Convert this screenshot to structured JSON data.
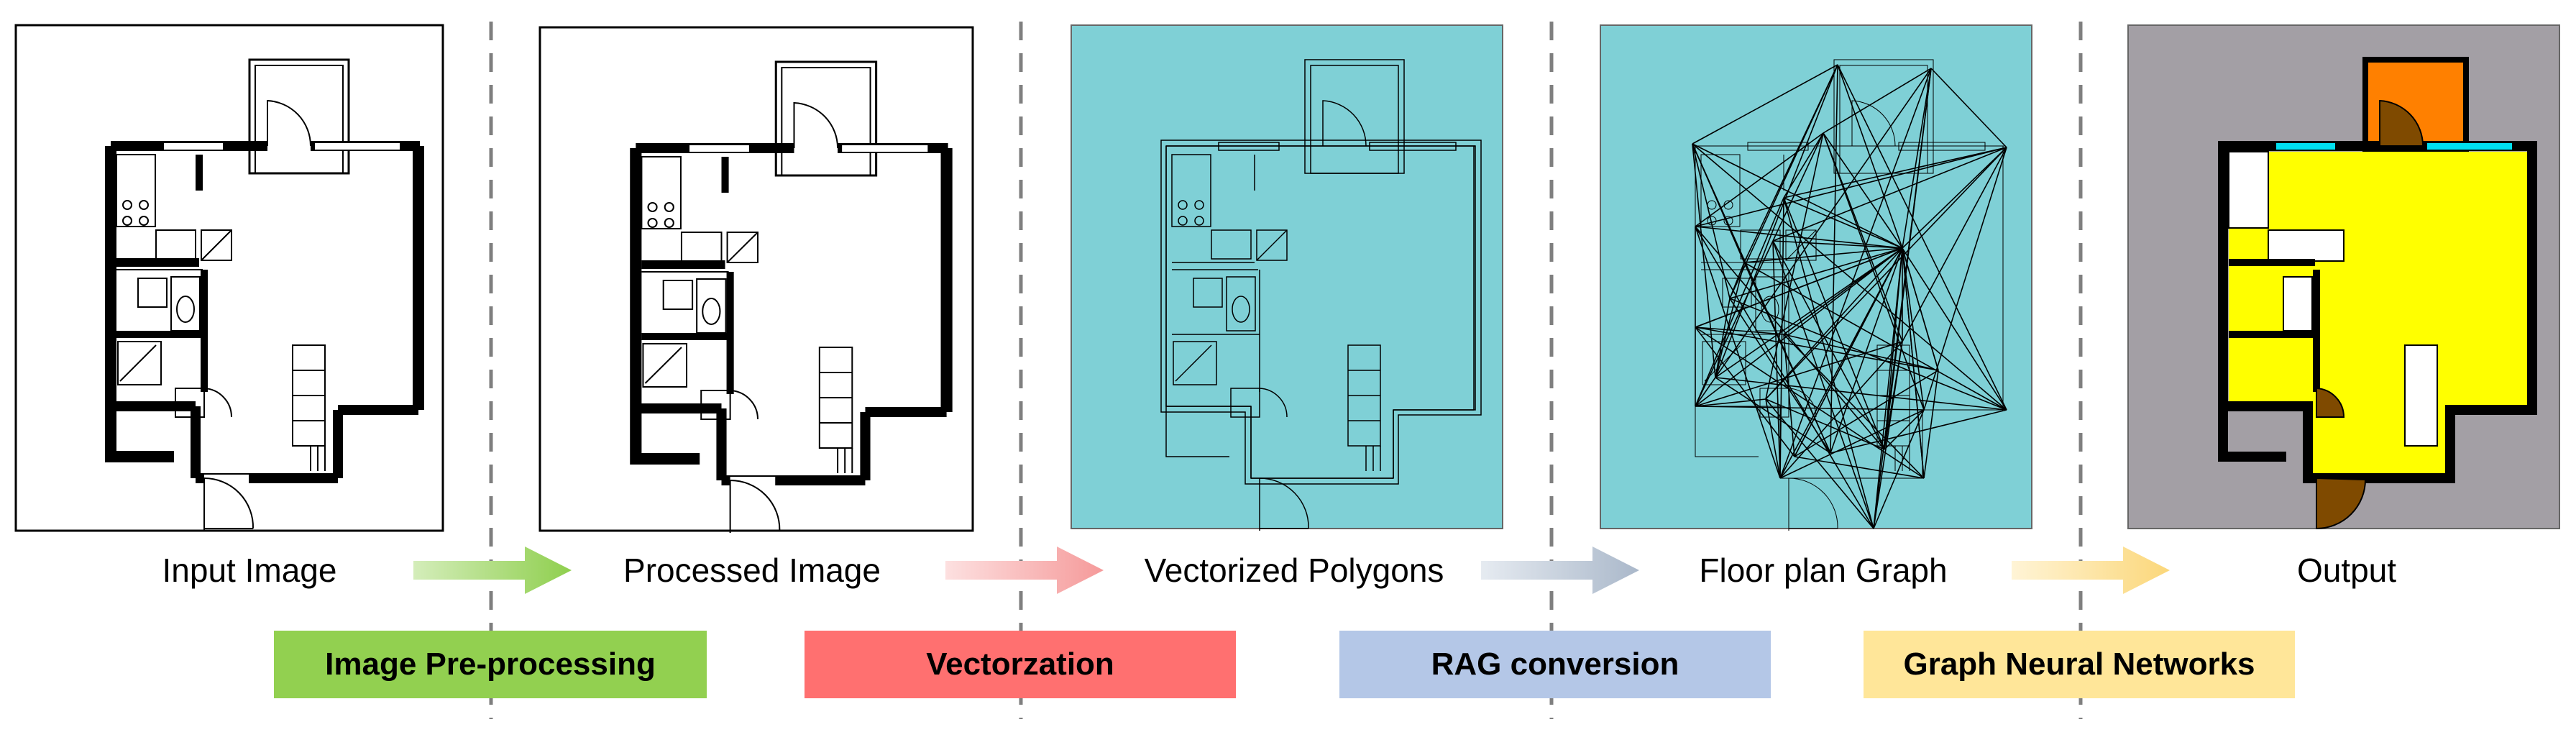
{
  "panels": [
    {
      "label": "Input Image"
    },
    {
      "label": "Processed Image"
    },
    {
      "label": "Vectorized Polygons"
    },
    {
      "label": "Floor plan Graph"
    },
    {
      "label": "Output"
    }
  ],
  "stages": [
    {
      "label": "Image Pre-processing",
      "color": "#92d050"
    },
    {
      "label": "Vectorzation",
      "color": "#ff7070"
    },
    {
      "label": "RAG conversion",
      "color": "#b4c7e7"
    },
    {
      "label": "Graph Neural Networks",
      "color": "#ffe699"
    }
  ],
  "colors": {
    "polygon_bg": "#7fd0d6",
    "output_bg": "#a39fa5",
    "room_yellow": "#ffff00",
    "room_orange": "#ff8000",
    "door_brown": "#7f4a00",
    "window_cyan": "#00e0f0"
  }
}
